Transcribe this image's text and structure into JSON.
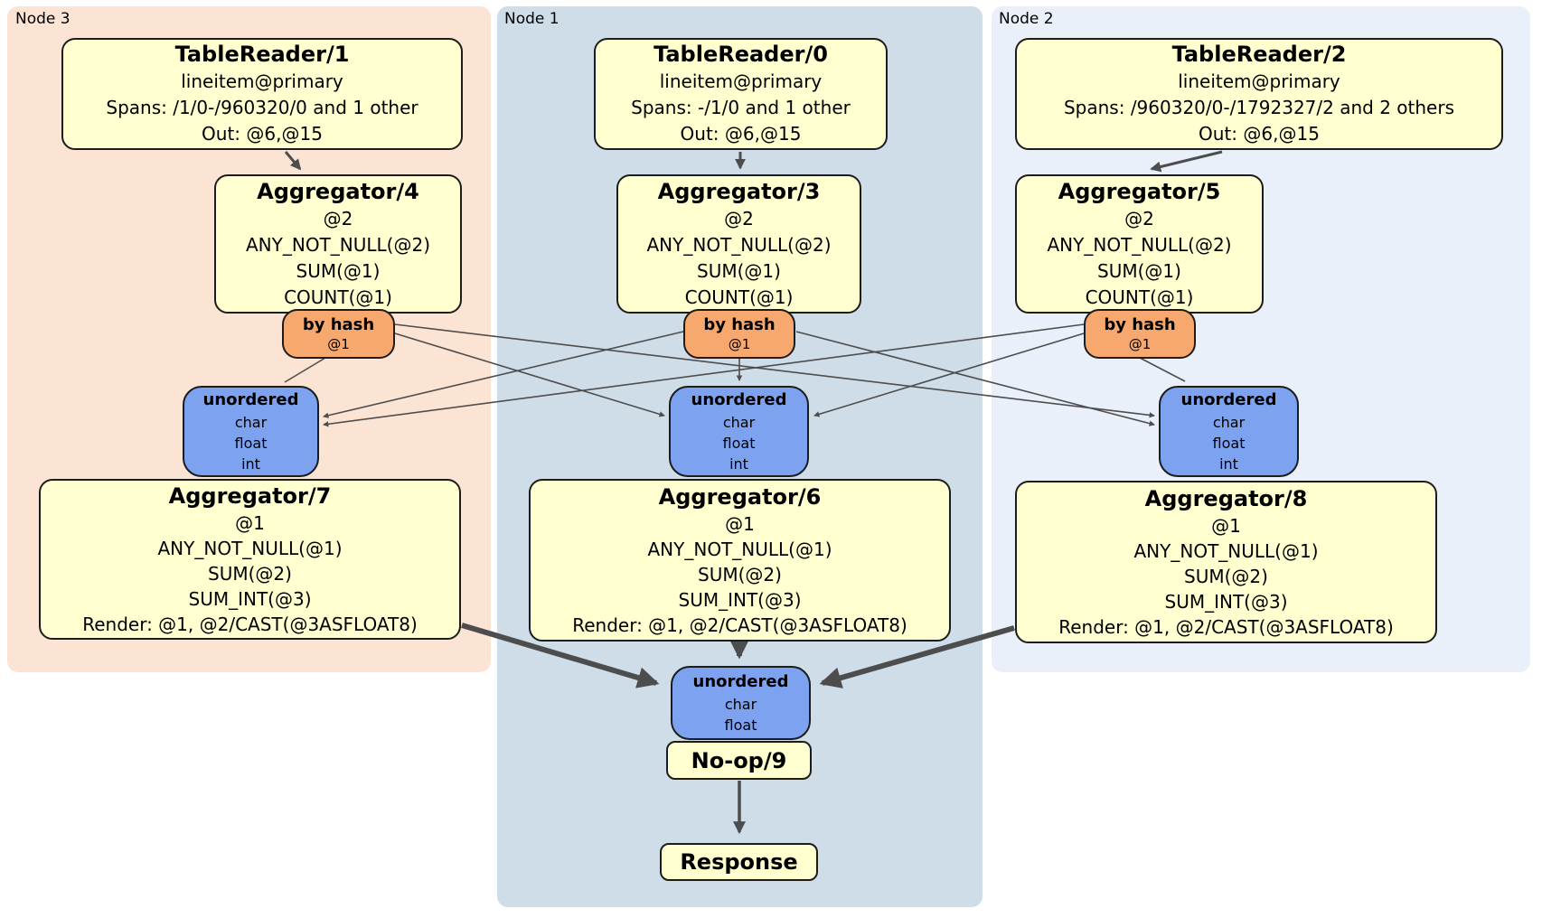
{
  "colors": {
    "node3_panel": "#fce4d5",
    "node1_panel": "#cfdde9",
    "node2_panel": "#eaf0f9",
    "processor_fill": "#ffffcf",
    "router_fill": "#f6a86e",
    "sync_fill": "#7da3f0",
    "border": "#1c1c1c",
    "edge": "#4d4d4d"
  },
  "nodes": [
    {
      "label": "Node 3",
      "table_reader": {
        "title": "TableReader/1",
        "lines": [
          "lineitem@primary",
          "Spans: /1/0-/960320/0 and 1 other",
          "Out: @6,@15"
        ]
      },
      "agg_top": {
        "title": "Aggregator/4",
        "lines": [
          "@2",
          "ANY_NOT_NULL(@2)",
          "SUM(@1)",
          "COUNT(@1)"
        ]
      },
      "router": {
        "title": "by hash",
        "sub": "@1"
      },
      "sync": {
        "title": "unordered",
        "lines": [
          "char",
          "float",
          "int"
        ]
      },
      "agg_bottom": {
        "title": "Aggregator/7",
        "lines": [
          "@1",
          "ANY_NOT_NULL(@1)",
          "SUM(@2)",
          "SUM_INT(@3)",
          "Render: @1, @2/CAST(@3ASFLOAT8)"
        ]
      }
    },
    {
      "label": "Node 1",
      "table_reader": {
        "title": "TableReader/0",
        "lines": [
          "lineitem@primary",
          "Spans: -/1/0 and 1 other",
          "Out: @6,@15"
        ]
      },
      "agg_top": {
        "title": "Aggregator/3",
        "lines": [
          "@2",
          "ANY_NOT_NULL(@2)",
          "SUM(@1)",
          "COUNT(@1)"
        ]
      },
      "router": {
        "title": "by hash",
        "sub": "@1"
      },
      "sync": {
        "title": "unordered",
        "lines": [
          "char",
          "float",
          "int"
        ]
      },
      "agg_bottom": {
        "title": "Aggregator/6",
        "lines": [
          "@1",
          "ANY_NOT_NULL(@1)",
          "SUM(@2)",
          "SUM_INT(@3)",
          "Render: @1, @2/CAST(@3ASFLOAT8)"
        ]
      }
    },
    {
      "label": "Node 2",
      "table_reader": {
        "title": "TableReader/2",
        "lines": [
          "lineitem@primary",
          "Spans: /960320/0-/1792327/2 and 2 others",
          "Out: @6,@15"
        ]
      },
      "agg_top": {
        "title": "Aggregator/5",
        "lines": [
          "@2",
          "ANY_NOT_NULL(@2)",
          "SUM(@1)",
          "COUNT(@1)"
        ]
      },
      "router": {
        "title": "by hash",
        "sub": "@1"
      },
      "sync": {
        "title": "unordered",
        "lines": [
          "char",
          "float",
          "int"
        ]
      },
      "agg_bottom": {
        "title": "Aggregator/8",
        "lines": [
          "@1",
          "ANY_NOT_NULL(@1)",
          "SUM(@2)",
          "SUM_INT(@3)",
          "Render: @1, @2/CAST(@3ASFLOAT8)"
        ]
      }
    }
  ],
  "final_stage": {
    "sync": {
      "title": "unordered",
      "lines": [
        "char",
        "float"
      ]
    },
    "noop_label": "No-op/9",
    "response_label": "Response"
  }
}
